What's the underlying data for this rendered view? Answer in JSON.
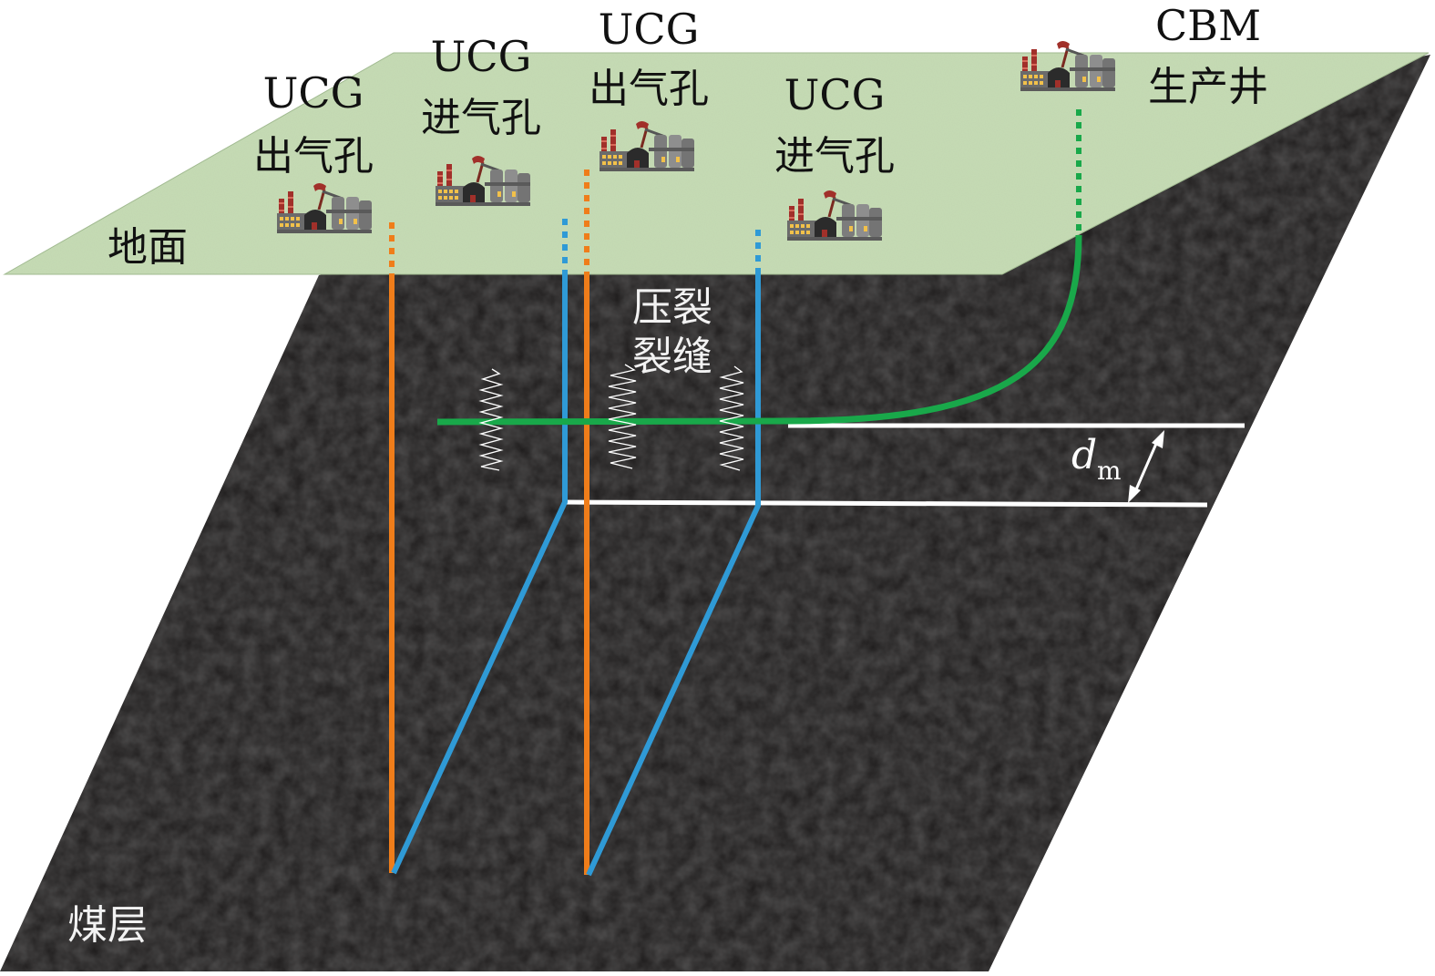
{
  "labels": {
    "ground": "地面",
    "coal_seam": "煤层",
    "fracture_line1": "压裂",
    "fracture_line2": "裂缝",
    "dm_main": "d",
    "dm_sub": "m"
  },
  "wells": [
    {
      "id": "ucg-outlet-1",
      "line1": "UCG",
      "line2": "出气孔",
      "color": "#ef7d1a"
    },
    {
      "id": "ucg-inlet-1",
      "line1": "UCG",
      "line2": "进气孔",
      "color": "#2f9ad6"
    },
    {
      "id": "ucg-outlet-2",
      "line1": "UCG",
      "line2": "出气孔",
      "color": "#ef7d1a"
    },
    {
      "id": "ucg-inlet-2",
      "line1": "UCG",
      "line2": "进气孔",
      "color": "#2f9ad6"
    },
    {
      "id": "cbm-production",
      "line1": "CBM",
      "line2": "生产井",
      "color": "#19a84a"
    }
  ],
  "colors": {
    "ground": "#c6dcb4",
    "coal": "#1d1b1b",
    "orange": "#ef7d1a",
    "blue": "#2f9ad6",
    "green": "#19a84a",
    "white": "#ffffff"
  }
}
